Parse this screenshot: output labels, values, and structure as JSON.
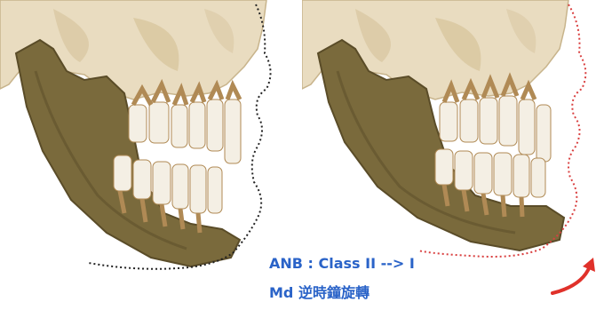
{
  "caption": {
    "line1": "ANB : Class II --> I",
    "line2": "Md 逆時鐘旋轉"
  },
  "colors": {
    "bone": "#e9dcc0",
    "bone_shadow": "#c8b48c",
    "mandible": "#7a6a3c",
    "mandible_dark": "#5a4c28",
    "tooth": "#f4efe4",
    "tooth_root": "#b08a55",
    "profile_before": "#222222",
    "profile_after": "#d94040",
    "arrow": "#e0312a",
    "caption": "#2a63c8"
  },
  "icons": [
    "skull-maxilla-illustration",
    "mandible-illustration",
    "rotation-arrow-icon"
  ]
}
